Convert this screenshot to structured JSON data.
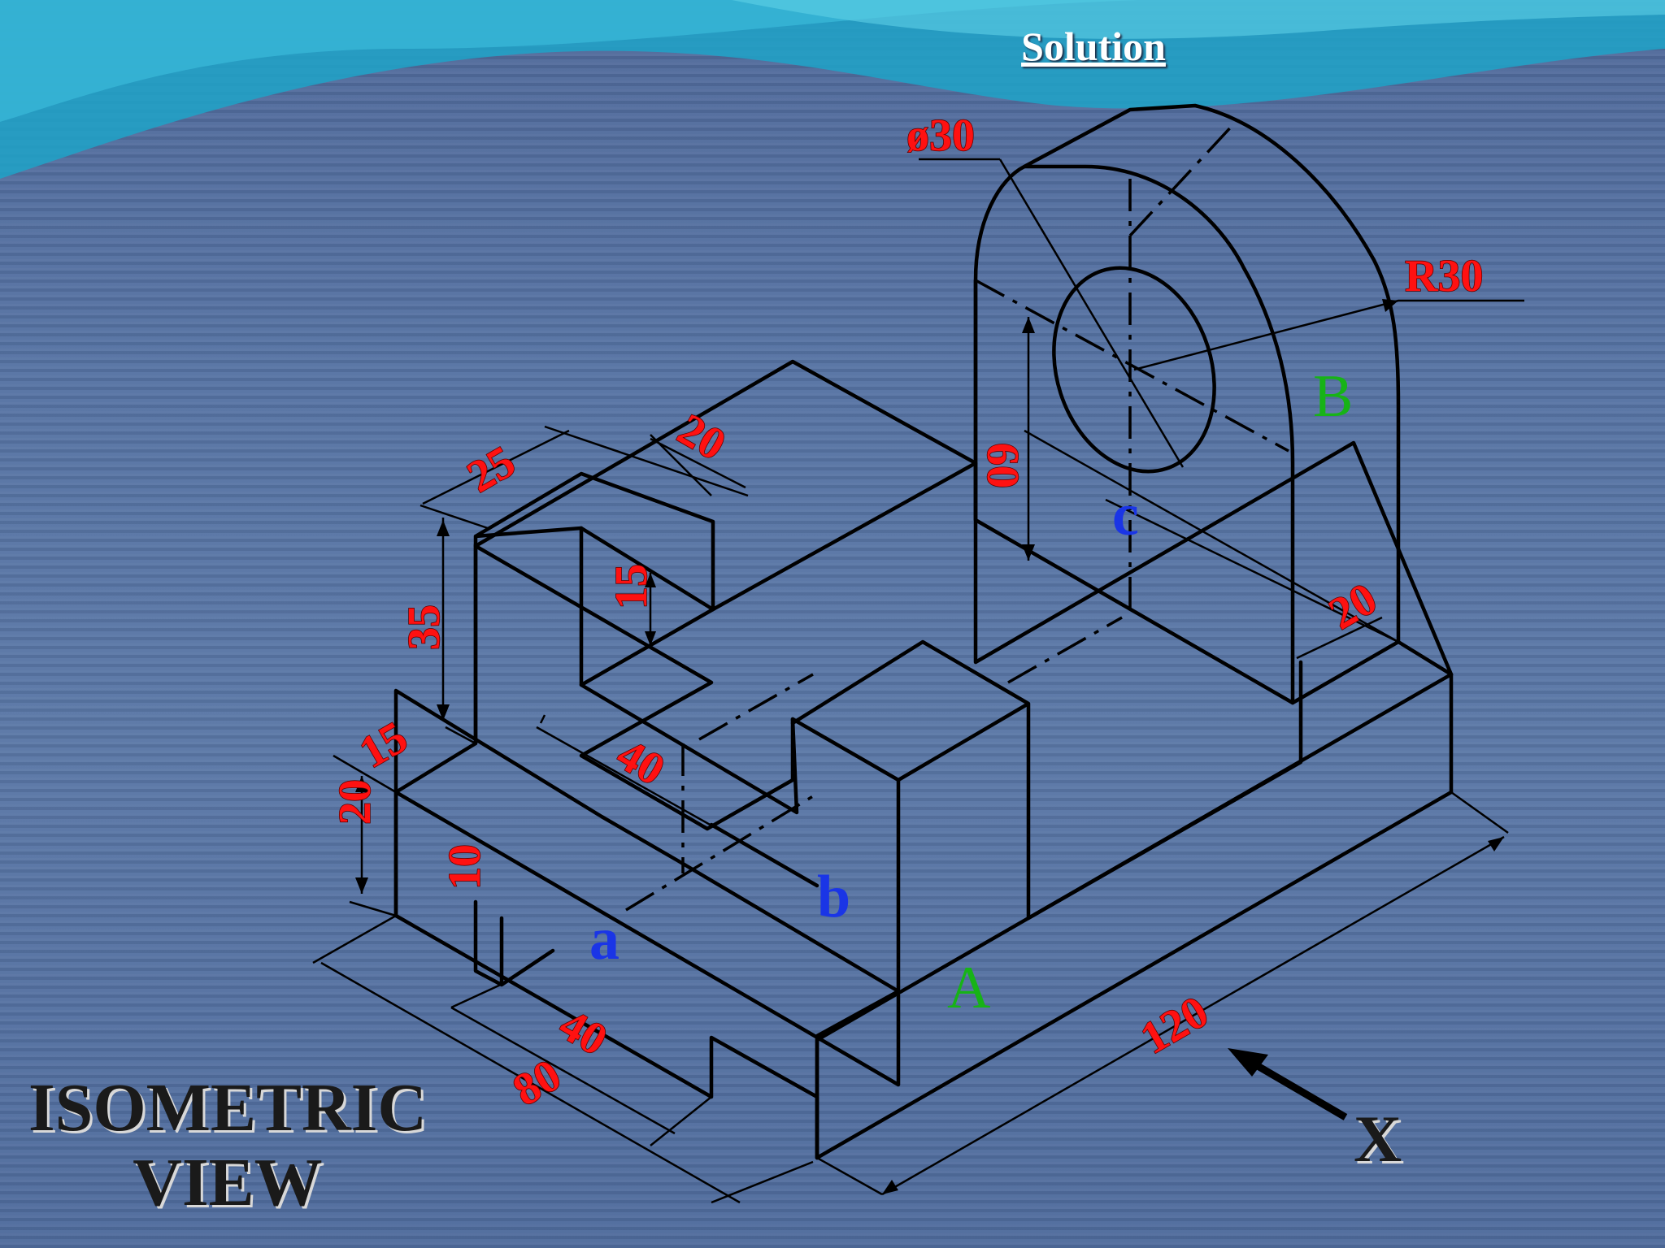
{
  "title": "Solution",
  "caption": {
    "line1": "ISOMETRIC",
    "line2": "VIEW"
  },
  "direction_label": "X",
  "dimensions": {
    "top_block_width": "25",
    "top_block_depth": "20",
    "top_block_height": "35",
    "step_height": "15",
    "upper_offset": "15",
    "base_height": "20",
    "groove_depth": "10",
    "slot_length": "40",
    "groove_length": "40",
    "front_length": "80",
    "total_length": "120",
    "boss_height": "60",
    "hole_diameter": "ø30",
    "boss_radius": "R30",
    "boss_thickness": "20"
  },
  "face_labels": {
    "a": "a",
    "b": "b",
    "c": "c",
    "A": "A",
    "B": "B"
  },
  "colors": {
    "dimension": "#ff1111",
    "face_lower": "#1a35e6",
    "face_upper": "#17b317",
    "lines": "#000000"
  }
}
